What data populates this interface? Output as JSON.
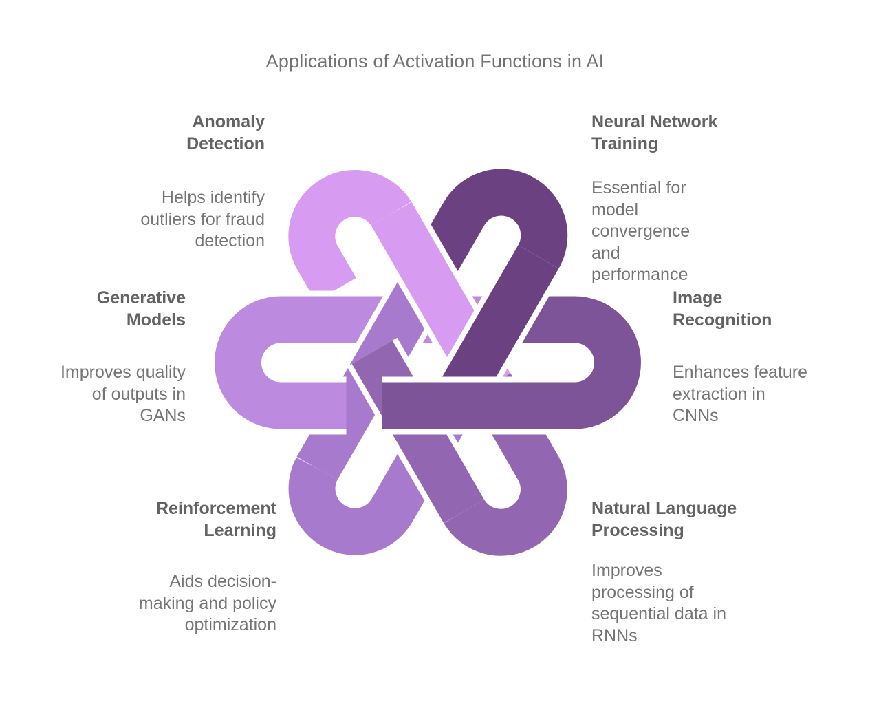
{
  "title": "Applications of Activation Functions in AI",
  "background_color": "#ffffff",
  "text_colors": {
    "title": "#737373",
    "heading": "#636363",
    "body": "#757575"
  },
  "sections": [
    {
      "id": "anomaly-detection",
      "position": "top-left",
      "title": "Anomaly Detection",
      "description": "Helps identify outliers for fraud detection",
      "color": "#d79bf1"
    },
    {
      "id": "neural-network-training",
      "position": "top-right",
      "title": "Neural Network Training",
      "description": "Essential for model convergence and performance",
      "color": "#6b4181"
    },
    {
      "id": "generative-models",
      "position": "middle-left",
      "title": "Generative Models",
      "description": "Improves quality of outputs in GANs",
      "color": "#bc8be0"
    },
    {
      "id": "image-recognition",
      "position": "middle-right",
      "title": "Image Recognition",
      "description": "Enhances feature extraction in CNNs",
      "color": "#7e5499"
    },
    {
      "id": "reinforcement-learning",
      "position": "bottom-left",
      "title": "Reinforcement Learning",
      "description": "Aids decision-making and policy optimization",
      "color": "#a87ace"
    },
    {
      "id": "natural-language-processing",
      "position": "bottom-right",
      "title": "Natural Language Processing",
      "description": "Improves processing of sequential data in RNNs",
      "color": "#9266b1"
    }
  ]
}
